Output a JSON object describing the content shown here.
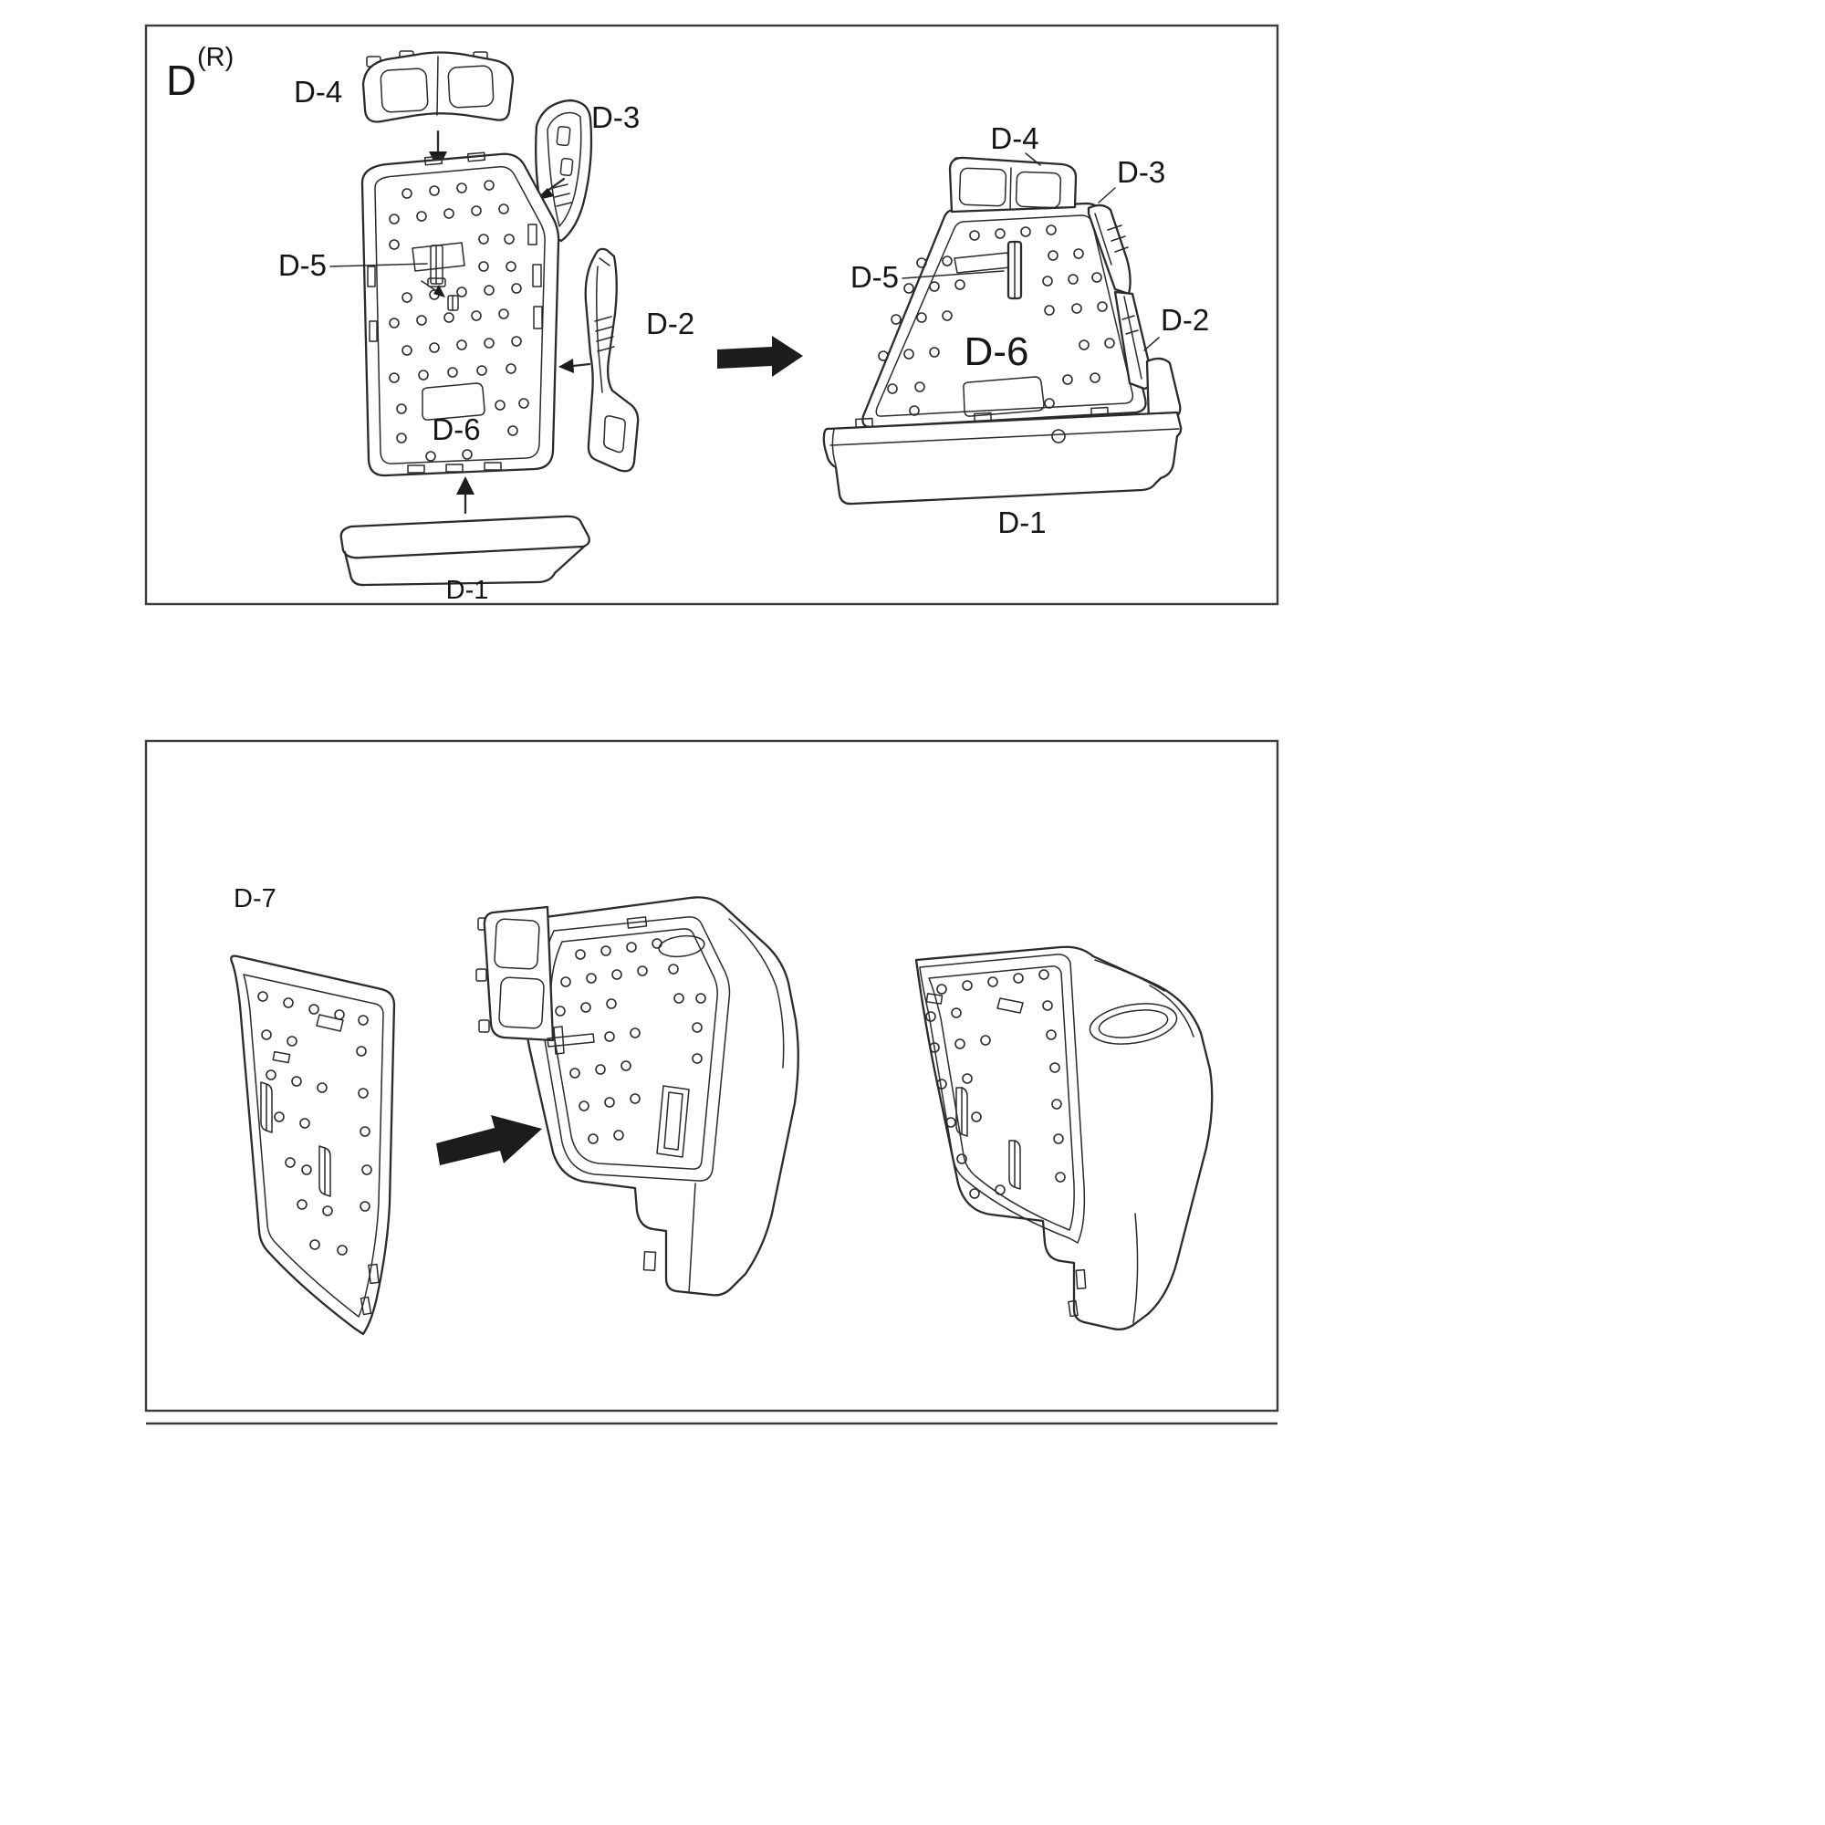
{
  "page": {
    "background": "#ffffff",
    "ink": "#2b2b2b"
  },
  "section_top": {
    "label": "D",
    "superscript": "(R)",
    "exploded": {
      "d4": "D-4",
      "d3": "D-3",
      "d5": "D-5",
      "d2": "D-2",
      "d6": "D-6",
      "d1": "D-1"
    },
    "assembled": {
      "d4": "D-4",
      "d3": "D-3",
      "d5": "D-5",
      "d6": "D-6",
      "d2": "D-2",
      "d1": "D-1"
    }
  },
  "section_bottom": {
    "d7": "D-7"
  }
}
